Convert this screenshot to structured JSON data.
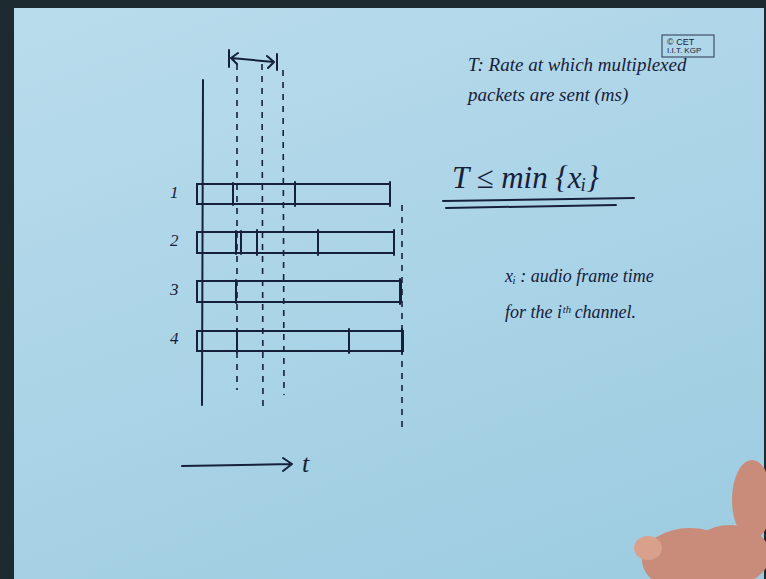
{
  "diagram": {
    "labels": [
      "© CET",
      "I.I.T. KGP",
      "T: Rate at which multiplexed packets are sent (ms)",
      "T ≤ min {xᵢ}",
      "xᵢ : audio frame time for the iᵗʰ channel.",
      "1",
      "2",
      "3",
      "4",
      "t"
    ]
  }
}
